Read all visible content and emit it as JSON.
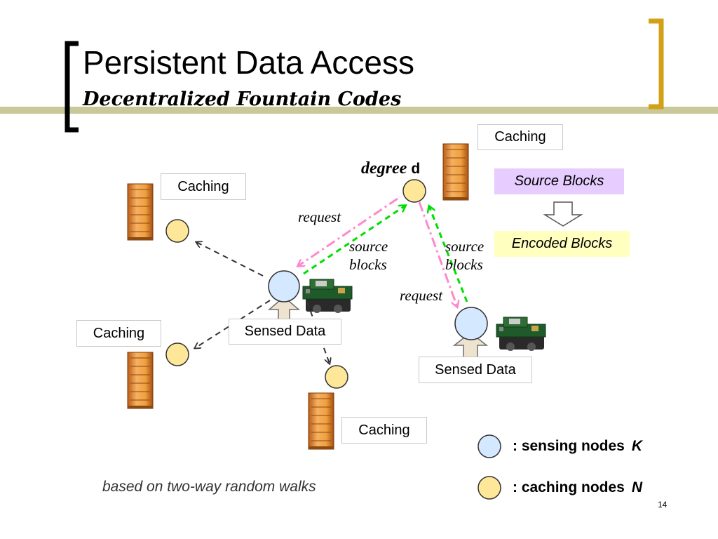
{
  "slide": {
    "title": "Persistent Data Access",
    "subtitle": "Decentralized Fountain Codes",
    "page_number": "14",
    "colors": {
      "accent": "#d4a017",
      "rule": "#c8c898",
      "sensing_node": "#d4e8ff",
      "caching_node": "#ffe79a",
      "request_arrow": "#ff88cc",
      "source_arrow": "#00dd00",
      "source_blocks_fill": "#e6ccff",
      "encoded_blocks_fill": "#ffffbf"
    }
  },
  "diagram": {
    "caching_label": "Caching",
    "sensed_data_label": "Sensed Data",
    "degree_word": "degree",
    "degree_var": "d",
    "request_label": "request",
    "source_blocks_label_line1": "source",
    "source_blocks_label_line2": "blocks",
    "source_blocks_box": "Source Blocks",
    "encoded_blocks_box": "Encoded Blocks",
    "footer_note": "based on two-way random walks"
  },
  "legend": {
    "sensing_text": ": sensing nodes",
    "sensing_var": "K",
    "caching_text": ": caching nodes",
    "caching_var": "N"
  },
  "icons": [
    "server-icon",
    "sensor-board-icon",
    "up-arrow-icon",
    "down-arrow-icon",
    "sensing-node-circle",
    "caching-node-circle"
  ]
}
